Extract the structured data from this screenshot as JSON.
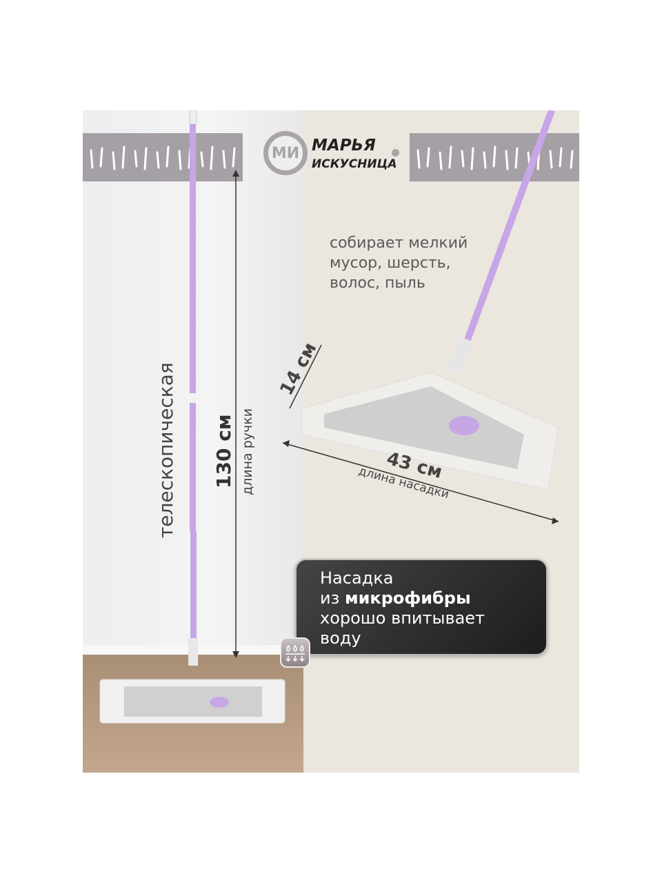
{
  "brand": {
    "line1": "МАРЬЯ",
    "line2": "ИСКУСНИЦА",
    "mark": "МИ"
  },
  "feature": "собирает мелкий\nмусор, шерсть,\nволос, пыль",
  "dimensions": {
    "handle_type": "телескопическая",
    "handle_length": "130 см",
    "handle_caption": "длина ручки",
    "head_width": "14 см",
    "head_length": "43 см",
    "head_caption": "длина насадки"
  },
  "callout": {
    "line1": "Насадка",
    "line2_prefix": "из ",
    "line2_bold": "микрофибры",
    "line3": "хорошо впитывает",
    "line4": "воду"
  },
  "icons": {
    "water": "water-absorb-icon"
  },
  "colors": {
    "accent": "#c7a6e6",
    "band": "#a59fa6",
    "background": "#ebe6de"
  }
}
